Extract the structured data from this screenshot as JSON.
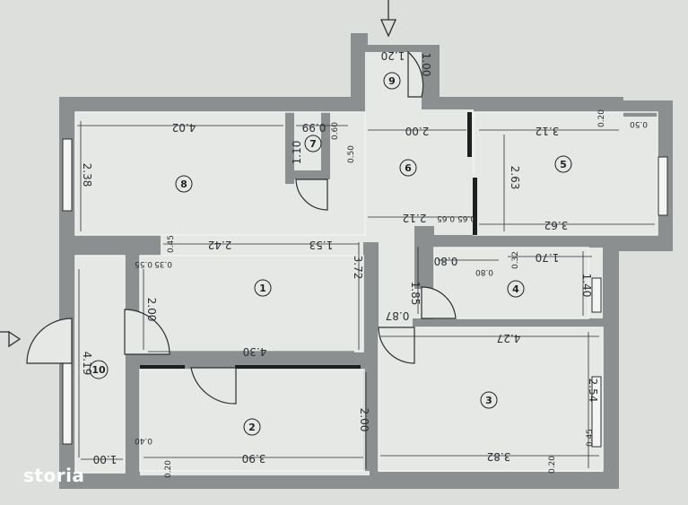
{
  "watermark": {
    "text": "storia"
  },
  "rooms": [
    {
      "number": "1"
    },
    {
      "number": "2"
    },
    {
      "number": "3"
    },
    {
      "number": "4"
    },
    {
      "number": "5"
    },
    {
      "number": "6"
    },
    {
      "number": "7"
    },
    {
      "number": "8"
    },
    {
      "number": "9"
    },
    {
      "number": "10"
    }
  ],
  "dimensions": [
    "4.02",
    "0.99",
    "0.60",
    "0.50",
    "1.10",
    "2.38",
    "2.00",
    "3.12",
    "0.20",
    "0.50",
    "2.63",
    "2.12",
    "0.65",
    "0.65",
    "3.62",
    "0.45",
    "0.55",
    "0.35",
    "2.42",
    "1.53",
    "3.72",
    "0.80",
    "0.80",
    "0.32",
    "1.70",
    "1.85",
    "1.40",
    "2.00",
    "0.87",
    "4.27",
    "4.30",
    "4.19",
    "2.54",
    "2.00",
    "0.40",
    "1.00",
    "3.90",
    "0.20",
    "0.45",
    "3.82",
    "0.20",
    "1.20",
    "1.00"
  ]
}
